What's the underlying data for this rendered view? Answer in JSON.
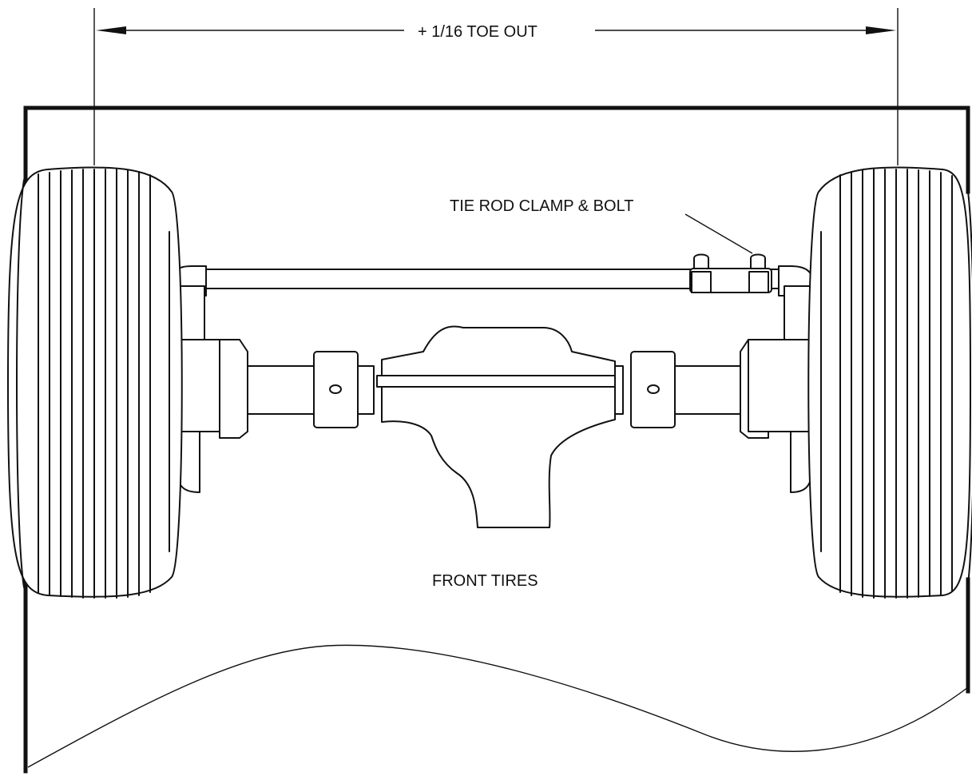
{
  "diagram": {
    "labels": {
      "dimension": "+ 1/16 TOE OUT",
      "clamp": "TIE ROD CLAMP & BOLT",
      "caption": "FRONT TIRES"
    },
    "colors": {
      "line": "#111111",
      "background": "#ffffff"
    }
  }
}
